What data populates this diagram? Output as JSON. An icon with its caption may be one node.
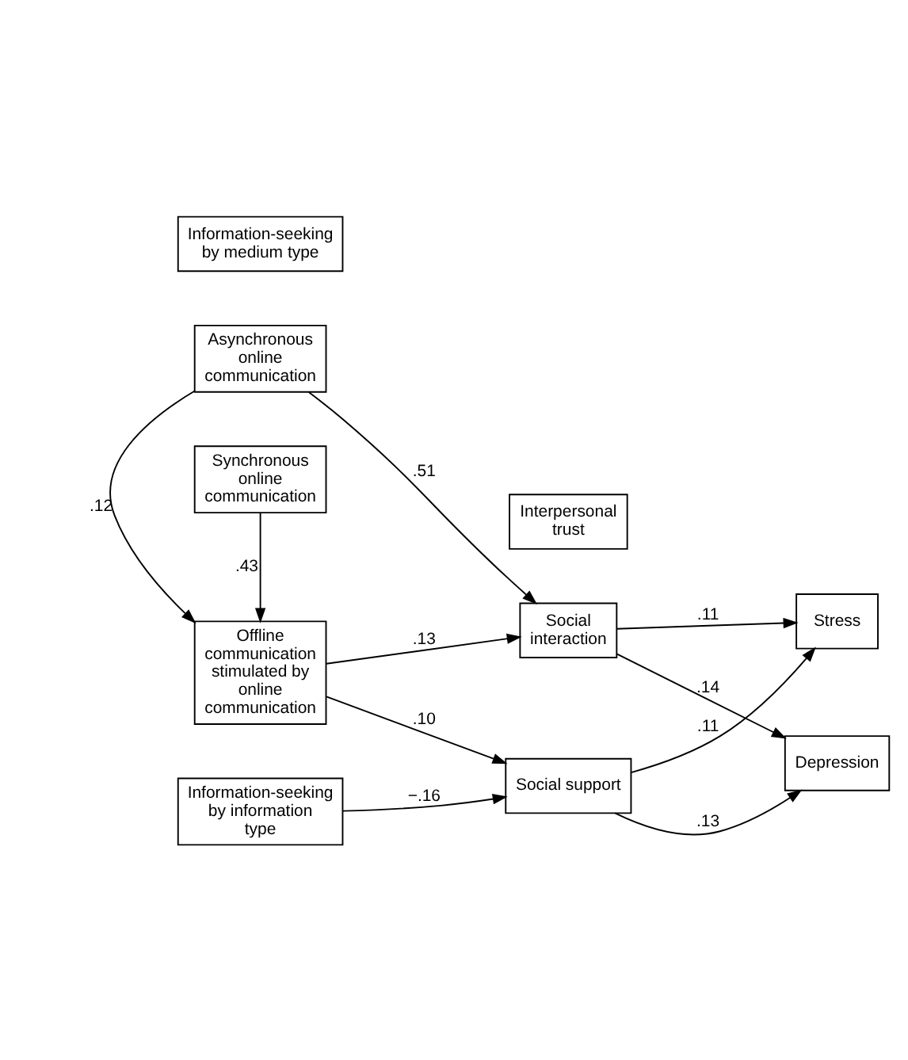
{
  "diagram": {
    "nodes": [
      {
        "text": [
          "Offline communication stimulated by online communication"
        ]
      },
      {
        "text": [
          "Social interaction"
        ]
      },
      {
        "text": [
          "Asynchronous online communication"
        ]
      },
      {
        "text": [
          "Stress"
        ]
      },
      {
        "text": [
          "Synchronous online communication"
        ]
      },
      {
        "text": [
          "Social support"
        ]
      },
      {
        "text": [
          "Information-seeking by information type"
        ]
      },
      {
        "text": [
          "Depression"
        ]
      },
      {
        "text": [
          "Interpersonal trust"
        ]
      },
      {
        "text": [
          "Information-seeking by medium type"
        ]
      }
    ],
    "edges": [
      {
        "from": 2,
        "to": 0,
        "arrow": "to",
        "label": ".12"
      },
      {
        "from": 4,
        "to": 0,
        "arrow": "to",
        "label": ".43"
      },
      {
        "from": 0,
        "to": 1,
        "arrow": "to",
        "label": ".13"
      },
      {
        "from": 0,
        "to": 5,
        "arrow": "to",
        "label": ".10"
      },
      {
        "from": 2,
        "to": 1,
        "arrow": "to",
        "label": ".51"
      },
      {
        "from": 1,
        "to": 3,
        "arrow": "to",
        "label": ".11"
      },
      {
        "from": 1,
        "to": 7,
        "arrow": "to",
        "label": ".14"
      },
      {
        "from": 5,
        "to": 3,
        "arrow": "to",
        "label": ".11"
      },
      {
        "from": 5,
        "to": 7,
        "arrow": "to",
        "label": ".13"
      },
      {
        "from": 6,
        "to": 5,
        "arrow": "to",
        "label": "−.16"
      }
    ]
  }
}
